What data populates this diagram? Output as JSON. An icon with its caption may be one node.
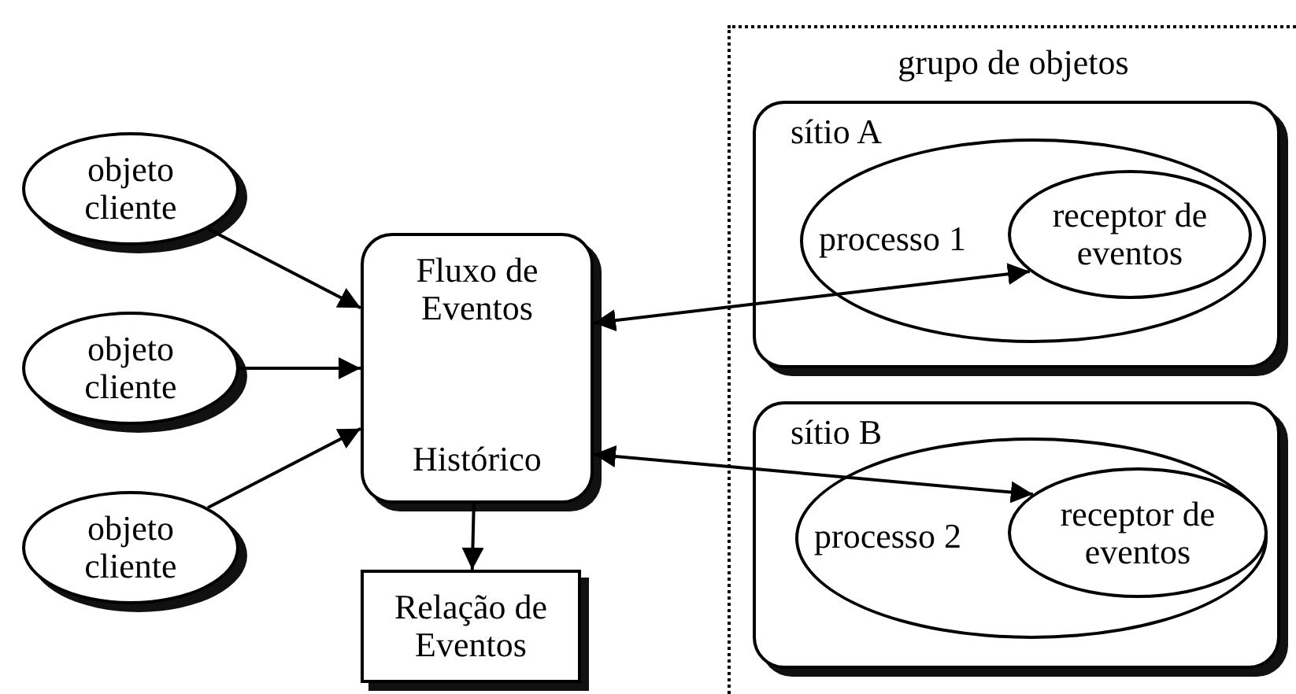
{
  "diagram": {
    "nodes": [
      {
        "text": [
          "objeto cliente"
        ]
      },
      {
        "text": [
          "objeto cliente"
        ]
      },
      {
        "text": [
          "objeto cliente"
        ]
      },
      {
        "text": [
          "Fluxo de Eventos",
          "Histórico"
        ]
      },
      {
        "text": [
          "Relação de Eventos"
        ]
      },
      {
        "text": [
          "grupo de objetos"
        ]
      },
      {
        "text": [
          "sítio A"
        ],
        "in": 5
      },
      {
        "text": [
          "processo 1"
        ],
        "in": 6
      },
      {
        "text": [
          "receptor de eventos"
        ],
        "in": 7
      },
      {
        "text": [
          "sítio B"
        ],
        "in": 5
      },
      {
        "text": [
          "processo 2"
        ],
        "in": 9
      },
      {
        "text": [
          "receptor de eventos"
        ],
        "in": 10
      }
    ],
    "edges": [
      {
        "from": 0,
        "to": 3,
        "arrow": "to"
      },
      {
        "from": 1,
        "to": 3,
        "arrow": "to"
      },
      {
        "from": 2,
        "to": 3,
        "arrow": "to"
      },
      {
        "from": 3,
        "to": 4,
        "arrow": "to"
      },
      {
        "from": 3,
        "to": 8,
        "arrow": "both"
      },
      {
        "from": 3,
        "to": 11,
        "arrow": "both"
      }
    ]
  }
}
